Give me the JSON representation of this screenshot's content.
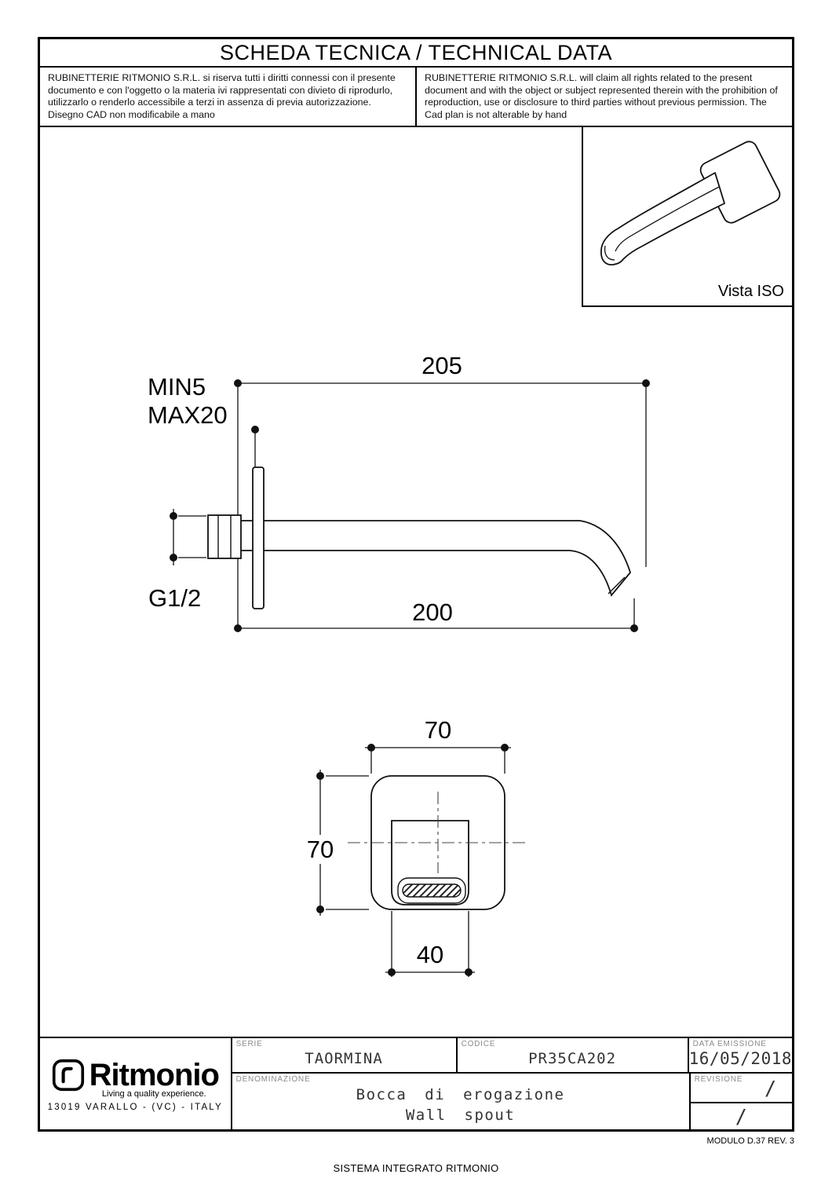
{
  "header": {
    "title": "SCHEDA TECNICA / TECHNICAL DATA"
  },
  "disclaimer": {
    "it": "RUBINETTERIE RITMONIO S.R.L. si riserva tutti i diritti connessi con il presente documento e con l'oggetto o la materia ivi rappresentati con divieto di riprodurlo, utilizzarlo o renderlo accessibile a terzi in assenza di previa autorizzazione. Disegno CAD non modificabile a mano",
    "en": "RUBINETTERIE RITMONIO S.R.L. will claim all rights related to the present document and with the object or subject represented therein with the prohibition  of reproduction, use or disclosure to third parties without previous permission.  The Cad plan is not alterable by hand"
  },
  "iso_view": {
    "label": "Vista ISO"
  },
  "drawing": {
    "side_view": {
      "min_label": "MIN5",
      "max_label": "MAX20",
      "dim_top": "205",
      "dim_bottom": "200",
      "thread_label": "G1/2"
    },
    "front_view": {
      "dim_width": "70",
      "dim_height": "70",
      "dim_spout_width": "40"
    }
  },
  "title_block": {
    "serie_label": "SERIE",
    "serie": "TAORMINA",
    "codice_label": "CODICE",
    "codice": "PR35CA202",
    "data_emissione_label": "DATA  EMISSIONE",
    "data_emissione": "16/05/2018",
    "denominazione_label": "DENOMINAZIONE",
    "denominazione_it": "Bocca  di  erogazione",
    "denominazione_en": "Wall  spout",
    "revisione_label": "REVISIONE",
    "revisione_mark_1": "/",
    "revisione_mark_2": "/"
  },
  "logo": {
    "brand": "Ritmonio",
    "tagline": "Living a quality experience.",
    "address": "13019 VARALLO - (VC) - ITALY"
  },
  "footer": {
    "modulo": "MODULO D.37 REV. 3",
    "sistema": "SISTEMA INTEGRATO RITMONIO"
  }
}
